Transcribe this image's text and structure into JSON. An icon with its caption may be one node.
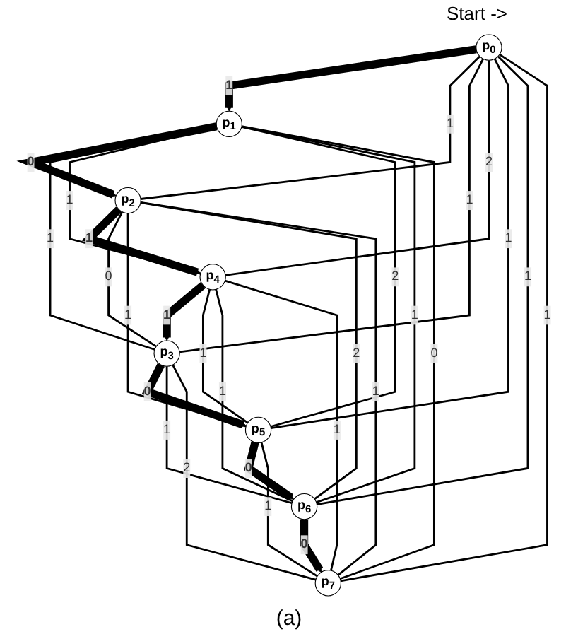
{
  "diagram": {
    "caption": "(a)",
    "nodes": [
      {
        "text": [
          "p$_{0}$"
        ]
      },
      {
        "text": [
          "p$_{1}$"
        ]
      },
      {
        "text": [
          "p$_{2}$"
        ]
      },
      {
        "text": [
          "p$_{3}$"
        ]
      },
      {
        "text": [
          "p$_{4}$"
        ]
      },
      {
        "text": [
          "p$_{5}$"
        ]
      },
      {
        "text": [
          "p$_{6}$"
        ]
      },
      {
        "text": [
          "p$_{7}$"
        ]
      }
    ],
    "edges": [
      {
        "from": 0,
        "to": 1,
        "arrow": "to",
        "label": "1",
        "style": "thick"
      },
      {
        "from": 1,
        "to": 2,
        "arrow": "to",
        "label": "0",
        "style": "thick"
      },
      {
        "from": 2,
        "to": 4,
        "arrow": "to",
        "label": "1",
        "style": "thick"
      },
      {
        "from": 4,
        "to": 3,
        "arrow": "to",
        "label": "1",
        "style": "thick"
      },
      {
        "from": 3,
        "to": 5,
        "arrow": "to",
        "label": "0",
        "style": "thick"
      },
      {
        "from": 5,
        "to": 6,
        "arrow": "to",
        "label": "0",
        "style": "thick"
      },
      {
        "from": 6,
        "to": 7,
        "arrow": "to",
        "label": "0",
        "style": "thick"
      },
      {
        "from": 0,
        "to": 2,
        "arrow": "none",
        "label": "1"
      },
      {
        "from": 0,
        "to": 3,
        "arrow": "none",
        "label": "1"
      },
      {
        "from": 0,
        "to": 4,
        "arrow": "none",
        "label": "2"
      },
      {
        "from": 0,
        "to": 5,
        "arrow": "none",
        "label": "1"
      },
      {
        "from": 0,
        "to": 6,
        "arrow": "none",
        "label": "1"
      },
      {
        "from": 0,
        "to": 7,
        "arrow": "none",
        "label": "1"
      },
      {
        "from": 1,
        "to": 3,
        "arrow": "none",
        "label": "1"
      },
      {
        "from": 1,
        "to": 4,
        "arrow": "none",
        "label": "1"
      },
      {
        "from": 1,
        "to": 5,
        "arrow": "none",
        "label": "2"
      },
      {
        "from": 1,
        "to": 6,
        "arrow": "none",
        "label": "1"
      },
      {
        "from": 1,
        "to": 7,
        "arrow": "none",
        "label": "0"
      },
      {
        "from": 2,
        "to": 3,
        "arrow": "none",
        "label": "0"
      },
      {
        "from": 2,
        "to": 5,
        "arrow": "none",
        "label": "1"
      },
      {
        "from": 2,
        "to": 6,
        "arrow": "none",
        "label": "2"
      },
      {
        "from": 2,
        "to": 7,
        "arrow": "none",
        "label": "1"
      },
      {
        "from": 3,
        "to": 6,
        "arrow": "none",
        "label": "1"
      },
      {
        "from": 3,
        "to": 7,
        "arrow": "none",
        "label": "2"
      },
      {
        "from": 4,
        "to": 5,
        "arrow": "none",
        "label": "1"
      },
      {
        "from": 4,
        "to": 6,
        "arrow": "none",
        "label": "1"
      },
      {
        "from": 4,
        "to": 7,
        "arrow": "none",
        "label": "1"
      },
      {
        "from": 5,
        "to": 7,
        "arrow": "none",
        "label": "1"
      }
    ],
    "labels": [
      "Start ->"
    ]
  }
}
